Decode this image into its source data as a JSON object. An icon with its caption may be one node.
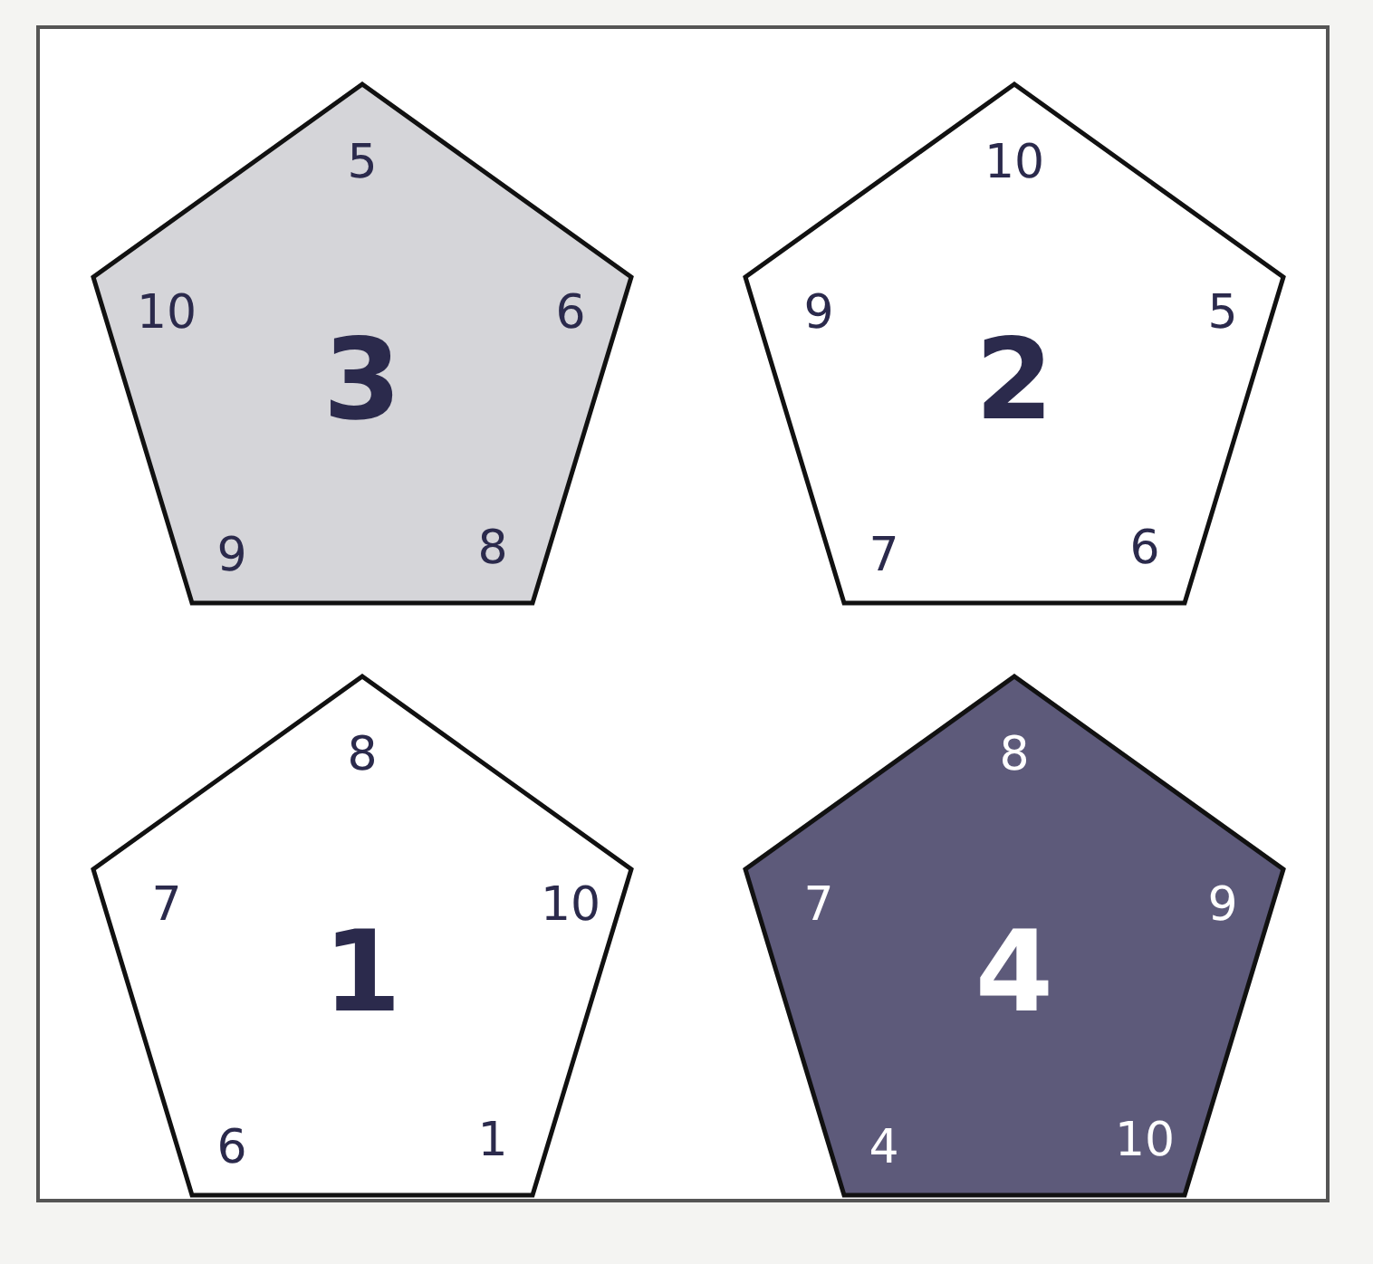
{
  "diagram": {
    "nodes": [
      {
        "text": [
          "3",
          "5",
          "6",
          "8",
          "9",
          "10"
        ]
      },
      {
        "text": [
          "2",
          "10",
          "5",
          "6",
          "7",
          "9"
        ]
      },
      {
        "text": [
          "1",
          "8",
          "10",
          "1",
          "6",
          "7"
        ]
      },
      {
        "text": [
          "4",
          "8",
          "9",
          "10",
          "4",
          "7"
        ]
      }
    ]
  }
}
